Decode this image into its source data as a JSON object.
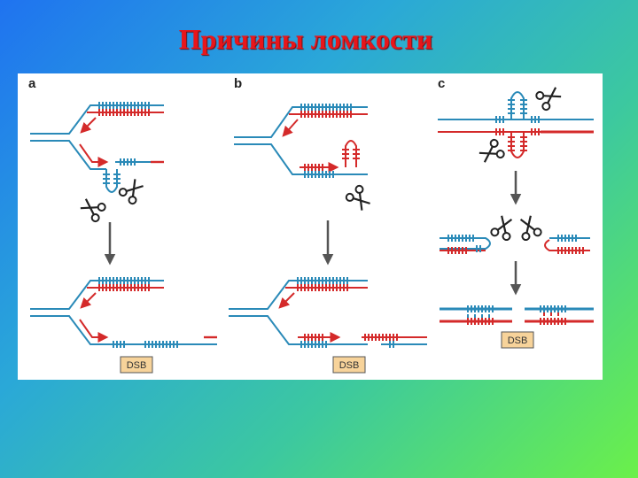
{
  "slide": {
    "title": "Причины ломкости"
  },
  "figure": {
    "panels": [
      {
        "label": "a",
        "dsb_label": "DSB"
      },
      {
        "label": "b",
        "dsb_label": "DSB"
      },
      {
        "label": "c",
        "dsb_label": "DSB"
      }
    ]
  },
  "colors": {
    "blue_strand": "#2a8ab8",
    "red_strand": "#d42a2a",
    "dsb_box": "#f7d39a",
    "arrow": "#555555"
  },
  "icons": [
    "scissors-icon",
    "down-arrow-icon"
  ]
}
